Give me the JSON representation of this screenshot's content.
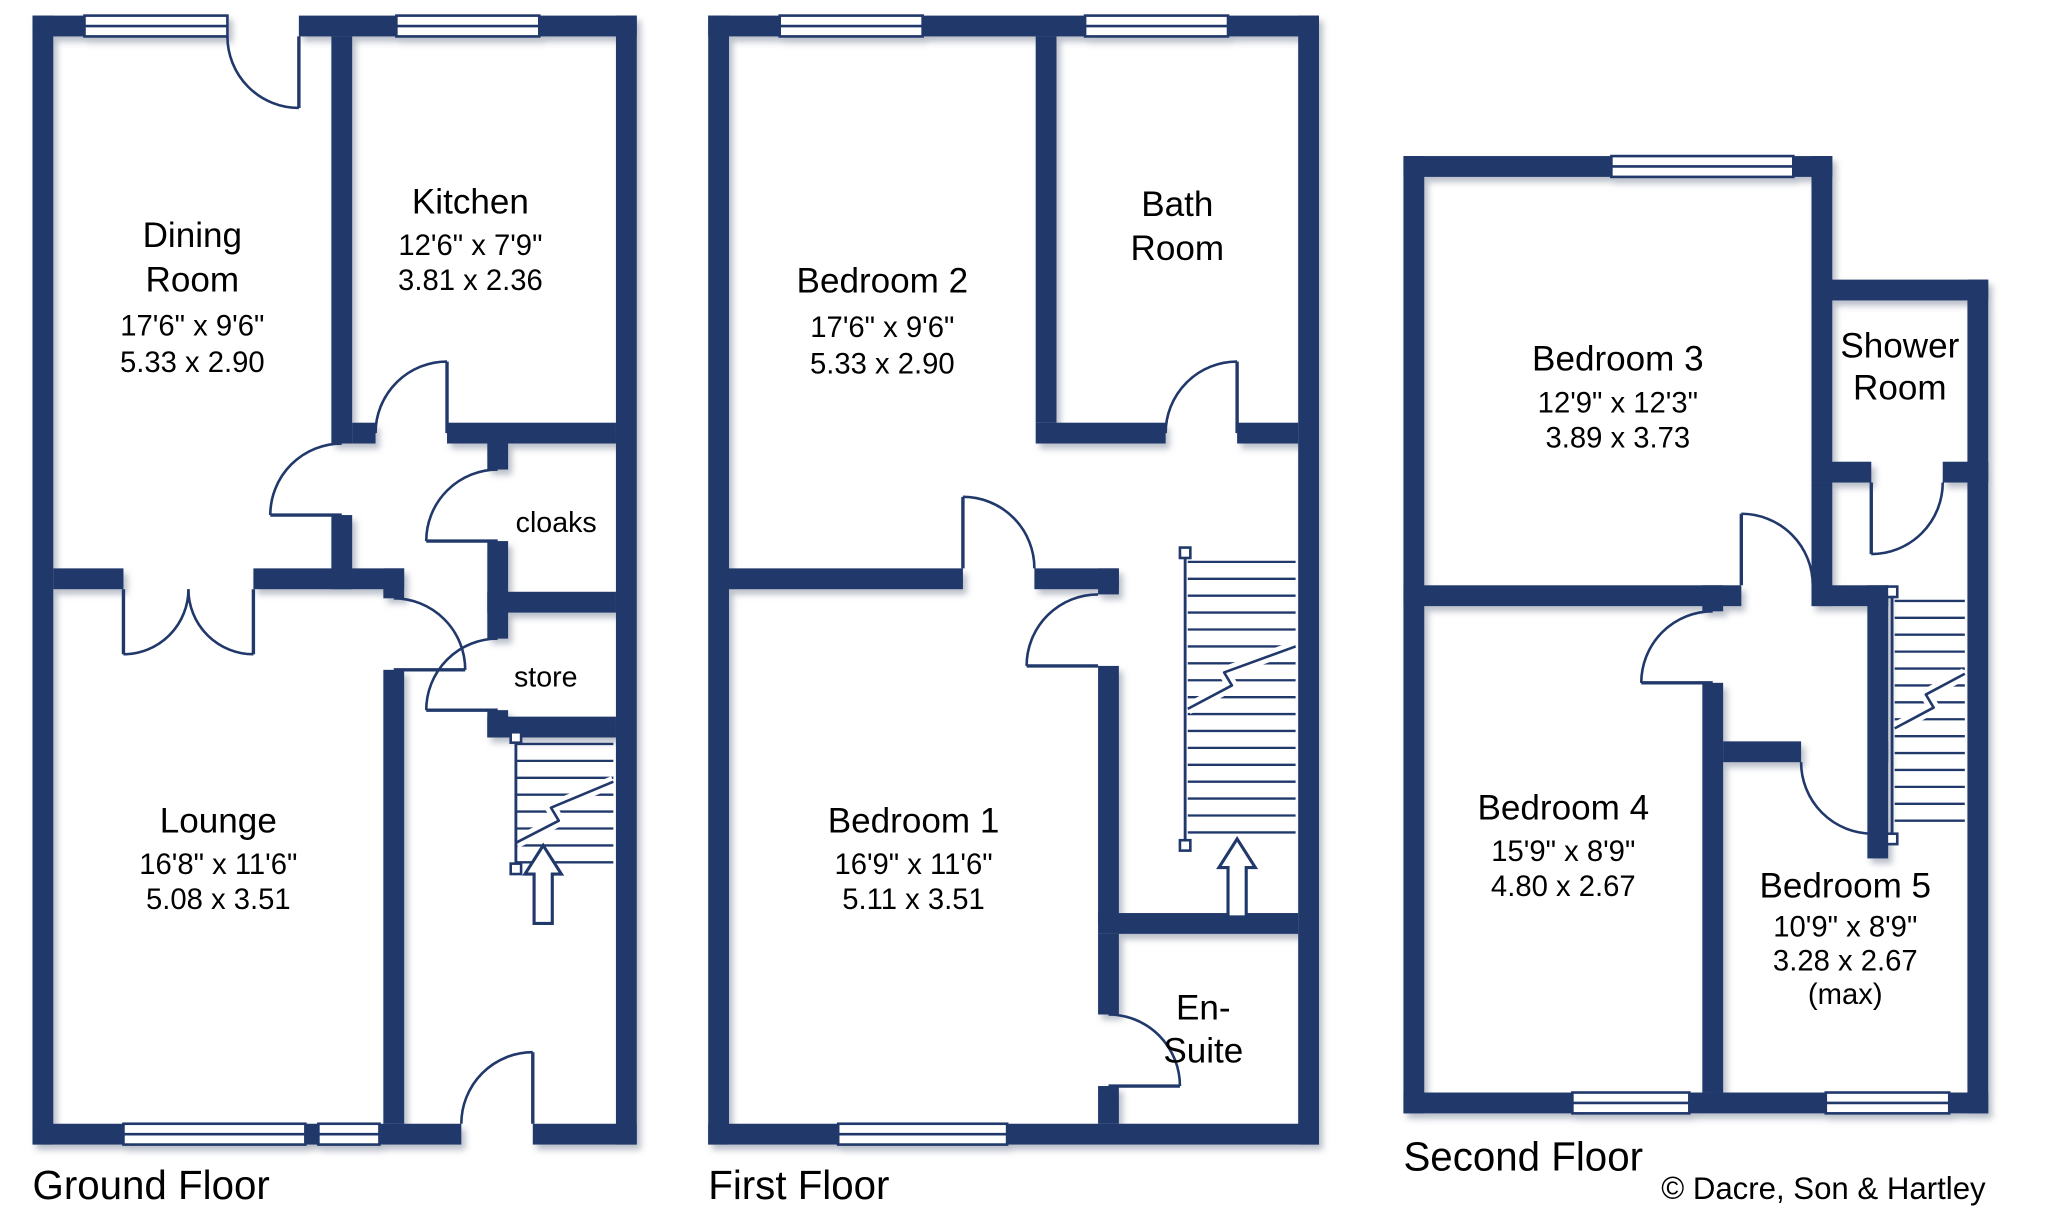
{
  "colors": {
    "wall": "#21386b",
    "text": "#000000",
    "background": "#ffffff"
  },
  "floors": [
    {
      "label": "Ground Floor",
      "rooms": [
        {
          "name": "Dining Room",
          "name_lines": [
            "Dining",
            "Room"
          ],
          "dims_imperial": "17'6\" x 9'6\"",
          "dims_metric": "5.33 x 2.90"
        },
        {
          "name": "Kitchen",
          "dims_imperial": "12'6\" x 7'9\"",
          "dims_metric": "3.81 x 2.36"
        },
        {
          "name": "cloaks"
        },
        {
          "name": "store"
        },
        {
          "name": "Lounge",
          "dims_imperial": "16'8\" x 11'6\"",
          "dims_metric": "5.08 x 3.51"
        }
      ]
    },
    {
      "label": "First Floor",
      "rooms": [
        {
          "name": "Bedroom 2",
          "dims_imperial": "17'6\" x 9'6\"",
          "dims_metric": "5.33 x 2.90"
        },
        {
          "name": "Bath Room",
          "name_lines": [
            "Bath",
            "Room"
          ]
        },
        {
          "name": "Bedroom 1",
          "dims_imperial": "16'9\" x 11'6\"",
          "dims_metric": "5.11 x 3.51"
        },
        {
          "name": "En-Suite",
          "name_lines": [
            "En-",
            "Suite"
          ]
        }
      ]
    },
    {
      "label": "Second Floor",
      "rooms": [
        {
          "name": "Bedroom 3",
          "dims_imperial": "12'9\" x 12'3\"",
          "dims_metric": "3.89 x 3.73"
        },
        {
          "name": "Shower Room",
          "name_lines": [
            "Shower",
            "Room"
          ]
        },
        {
          "name": "Bedroom 4",
          "dims_imperial": "15'9\" x 8'9\"",
          "dims_metric": "4.80 x 2.67"
        },
        {
          "name": "Bedroom 5",
          "dims_imperial": "10'9\" x 8'9\"",
          "dims_metric": "3.28 x 2.67",
          "note": "(max)"
        }
      ]
    }
  ],
  "copyright": "© Dacre, Son & Hartley"
}
